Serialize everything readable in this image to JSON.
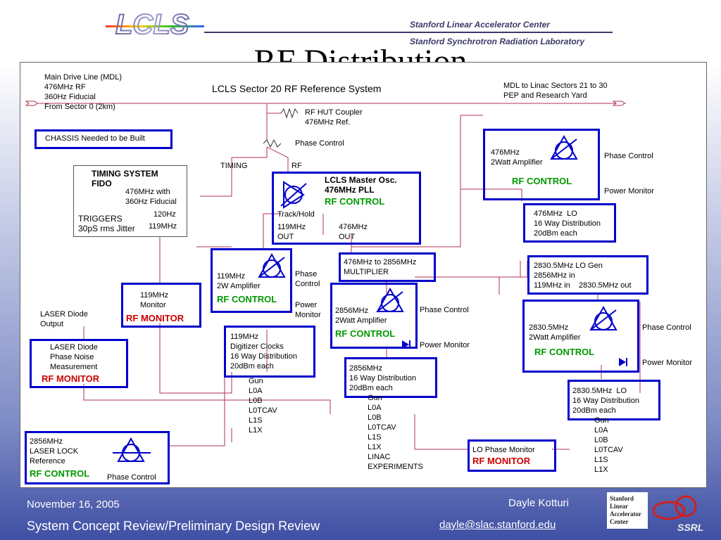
{
  "header": {
    "logo_text": "LCLS",
    "org_line1": "Stanford Linear Accelerator Center",
    "org_line2": "Stanford Synchrotron Radiation Laboratory",
    "title": "RF Distribution"
  },
  "diagram": {
    "subtitle": "LCLS Sector 20 RF Reference System",
    "mdl_in": "Main Drive Line (MDL)\n476MHz RF\n360Hz Fiducial\nFrom Sector 0 (2km)",
    "mdl_out": "MDL to Linac Sectors 21 to 30\nPEP and Research Yard",
    "rf_hut": "RF HUT Coupler\n476MHz Ref.",
    "chassis": "CHASSIS Needed to be Built",
    "phase_control_top": "Phase Control",
    "timing": "TIMING",
    "rf": "RF",
    "timing_system": "TIMING SYSTEM\nFIDO",
    "fiducial_476": "476MHz with\n360Hz Fiducial",
    "hz120": "120Hz",
    "triggers": "TRIGGERS\n30pS rms Jitter",
    "mhz119": "119MHz",
    "master_osc": "LCLS Master Osc.\n476MHz PLL",
    "rf_control": "RF CONTROL",
    "track_hold": "Track/Hold",
    "out119": "119MHz\nOUT",
    "out476": "476MHz\nOUT",
    "amp476": "476MHz\n2Watt Amplifier",
    "phase_control": "Phase Control",
    "power_monitor": "Power Monitor",
    "lo476": "476MHz  LO\n16 Way Distribution\n20dBm each",
    "mult": "476MHz to 2856MHz\nMULTIPLIER",
    "amp119": "119MHz\n2W Amplifier",
    "phase_ctl_stack": "Phase\nControl",
    "power_mon_stack": "Power\nMonitor",
    "amp2856": "2856MHz\n2Watt Amplifier",
    "lo_gen": "2830.5MHz LO Gen\n2856MHz in\n119MHz in    2830.5MHz out",
    "amp2830": "2830.5MHz\n2Watt Amplifier",
    "mon119": "119MHz\nMonitor",
    "rf_monitor": "RF MONITOR",
    "laser_out": "LASER Diode\nOutput",
    "laser_noise": "LASER Diode\nPhase Noise\nMeasurement",
    "dig119": "119MHz\nDigitizer Clocks\n16 Way Distribution\n20dBm each",
    "list119": "Gun\nL0A\nL0B\nL0TCAV\nL1S\nL1X",
    "dist2856": "2856MHz\n16 Way Distribution\n20dBm each",
    "list2856": "Gun\nL0A\nL0B\nL0TCAV\nL1S\nL1X\nLINAC\nEXPERIMENTS",
    "lo2830": "2830.5MHz  LO\n16 Way Distribution\n20dBm each",
    "list2830": "Gun\nL0A\nL0B\nL0TCAV\nL1S\nL1X",
    "laser_lock": "2856MHz\nLASER LOCK\nReference",
    "lo_monitor": "LO Phase Monitor"
  },
  "footer": {
    "date": "November 16, 2005",
    "author": "Dayle Kotturi",
    "review": "System Concept Review/Preliminary Design Review",
    "email": "dayle@slac.stanford.edu",
    "slac_logo": "Stanford\nLinear\nAccelerator\nCenter",
    "ssrl_logo": "SSRL"
  },
  "colors": {
    "box": "#0000cc",
    "control": "#009900",
    "monitor": "#cc0000",
    "wire": "#b03050"
  }
}
